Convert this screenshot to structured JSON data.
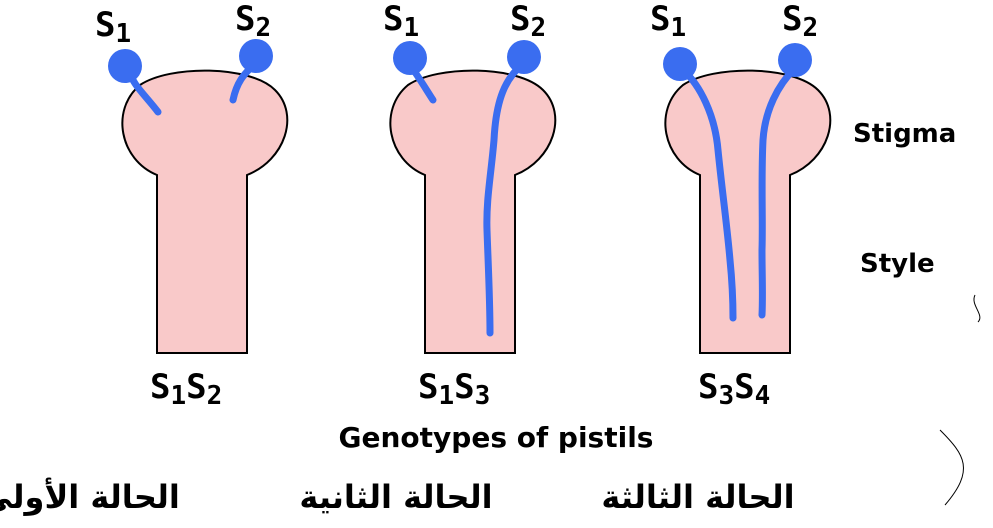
{
  "pistils": [
    {
      "pollen_left": {
        "base": "S",
        "sub": "1"
      },
      "pollen_right": {
        "base": "S",
        "sub": "2"
      },
      "genotype": {
        "a": "S",
        "a_sub": "1",
        "b": "S",
        "b_sub": "2"
      },
      "case_label": "الحالة الأولى",
      "outcome": "both pollen tubes arrested in stigma"
    },
    {
      "pollen_left": {
        "base": "S",
        "sub": "1"
      },
      "pollen_right": {
        "base": "S",
        "sub": "2"
      },
      "genotype": {
        "a": "S",
        "a_sub": "1",
        "b": "S",
        "b_sub": "3"
      },
      "case_label": "الحالة الثانية",
      "outcome": "S2 tube grows through style; S1 arrested"
    },
    {
      "pollen_left": {
        "base": "S",
        "sub": "1"
      },
      "pollen_right": {
        "base": "S",
        "sub": "2"
      },
      "genotype": {
        "a": "S",
        "a_sub": "3",
        "b": "S",
        "b_sub": "4"
      },
      "case_label": "الحالة الثالثة",
      "outcome": "both pollen tubes grow through style"
    }
  ],
  "labels": {
    "stigma": "Stigma",
    "style": "Style",
    "caption": "Genotypes of pistils"
  },
  "colors": {
    "pistil_fill": "#f9c9c9",
    "pollen": "#3a6df0",
    "outline": "#000000"
  }
}
